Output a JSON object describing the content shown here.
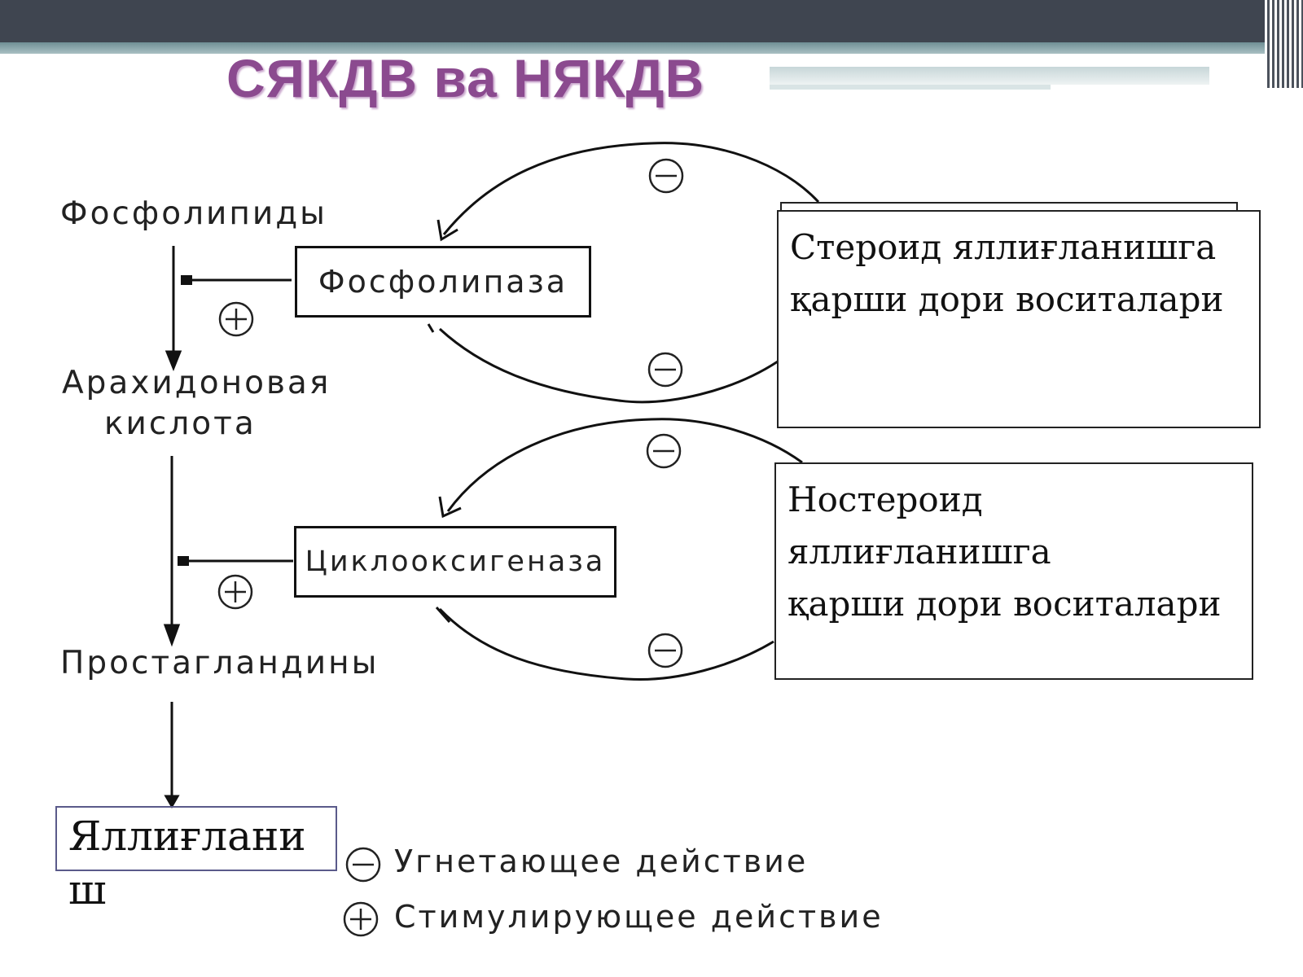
{
  "title": "СЯКДВ ва НЯКДВ",
  "pathway": {
    "phospholipids": "Фосфолипиды",
    "phospholipase": "Фосфолипаза",
    "arachidonic_line1": "Арахидоновая",
    "arachidonic_line2": "кислота",
    "cyclooxygenase": "Циклооксигеназа",
    "prostaglandins": "Простагландины",
    "inflammation": "Яллиғланиш"
  },
  "drugs": {
    "steroid_line1": "Стероид яллиғланишга",
    "steroid_line2": "қарши дори воситалари",
    "nonsteroid_line1": "Ностероид",
    "nonsteroid_line2": "яллиғланишга",
    "nonsteroid_line3": "қарши дори воситалари"
  },
  "legend": {
    "inhibiting": "Угнетающее действие",
    "stimulating": "Стимулирующее действие"
  },
  "colors": {
    "title": "#8b4a8f",
    "topbar": "#3f4550",
    "stroke": "#111111"
  }
}
